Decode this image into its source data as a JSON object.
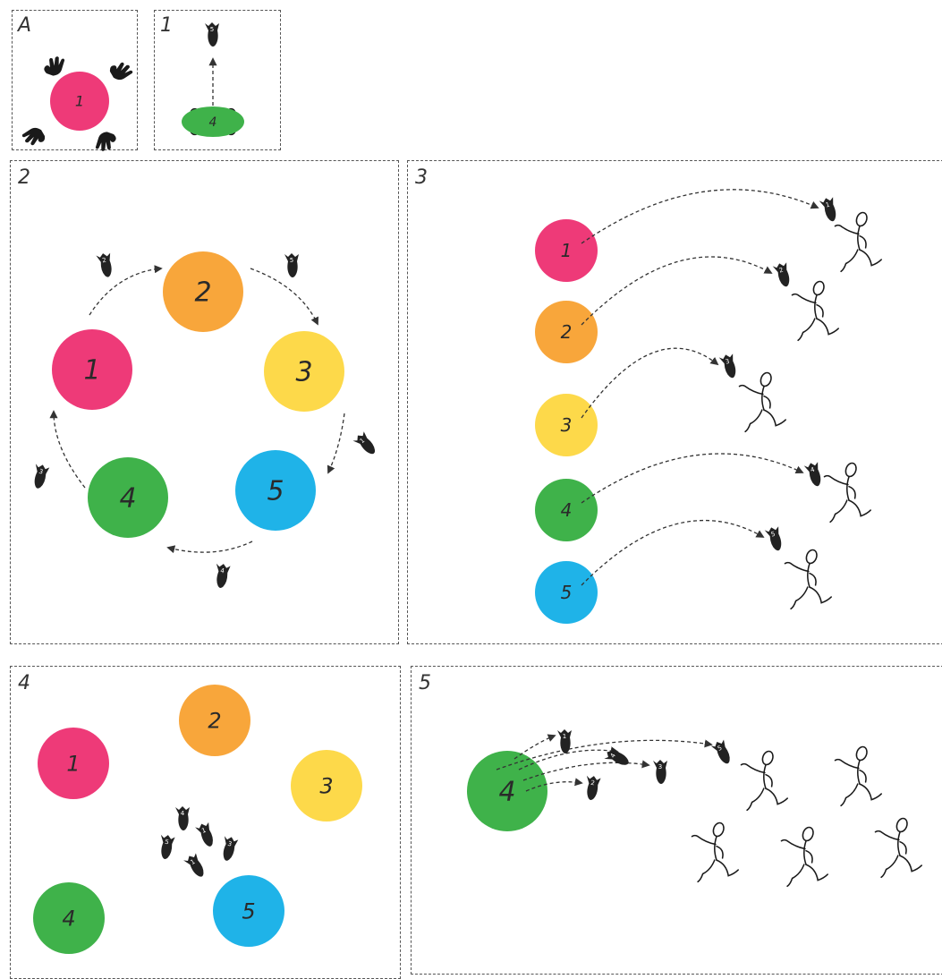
{
  "panels": {
    "a": {
      "label": "A"
    },
    "one": {
      "label": "1"
    },
    "two": {
      "label": "2"
    },
    "three": {
      "label": "3"
    },
    "four": {
      "label": "4"
    },
    "five": {
      "label": "5"
    }
  },
  "colors": {
    "pink": "#ee3a78",
    "orange": "#f8a63b",
    "yellow": "#fdd94a",
    "green": "#3fb24a",
    "blue": "#1fb3e8",
    "beanbag": "#222222"
  },
  "discs": {
    "a_1": "1",
    "one_4": "4",
    "p2": [
      "1",
      "2",
      "3",
      "4",
      "5"
    ],
    "p3": [
      "1",
      "2",
      "3",
      "4",
      "5"
    ],
    "p4": [
      "1",
      "2",
      "3",
      "4",
      "5"
    ],
    "p5_4": "4"
  },
  "beanbags": {
    "one": [
      "5"
    ],
    "p2": [
      "2",
      "5",
      "1",
      "4",
      "3"
    ],
    "p3": [
      "1",
      "2",
      "3",
      "4",
      "5"
    ],
    "p4": [
      "4",
      "1",
      "5",
      "3",
      "1"
    ],
    "p5": [
      "1",
      "4",
      "3",
      "2",
      "5"
    ]
  },
  "icons": {
    "hand": "hand-icon",
    "beanbag": "beanbag-icon",
    "runner": "stick-figure-icon",
    "arrow": "dashed-arrow"
  }
}
